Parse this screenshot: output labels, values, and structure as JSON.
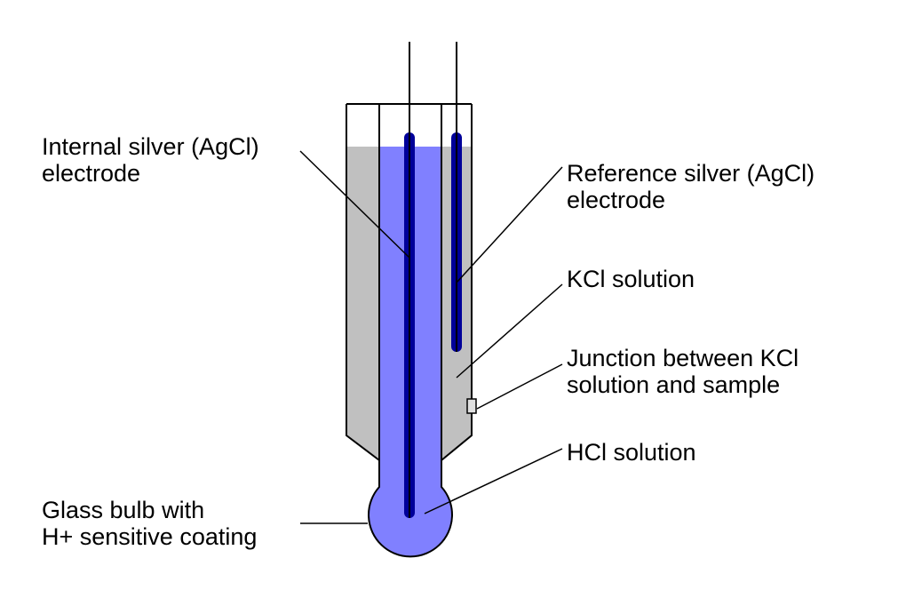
{
  "title": "pH glass electrode diagram",
  "colors": {
    "outer_solution": "#c0c0c0",
    "inner_solution": "#8080ff",
    "electrode_wire": "#000099",
    "outline": "#000000",
    "background": "#ffffff"
  },
  "labels": {
    "internal_electrode": [
      "Internal silver (AgCl)",
      "electrode"
    ],
    "reference_electrode": [
      "Reference silver (AgCl)",
      "electrode"
    ],
    "kcl_solution": [
      "KCl solution"
    ],
    "junction": [
      "Junction between KCl",
      "solution and sample"
    ],
    "hcl_solution": [
      "HCl solution"
    ],
    "glass_bulb": [
      "Glass bulb with",
      "H+ sensitive coating"
    ]
  }
}
